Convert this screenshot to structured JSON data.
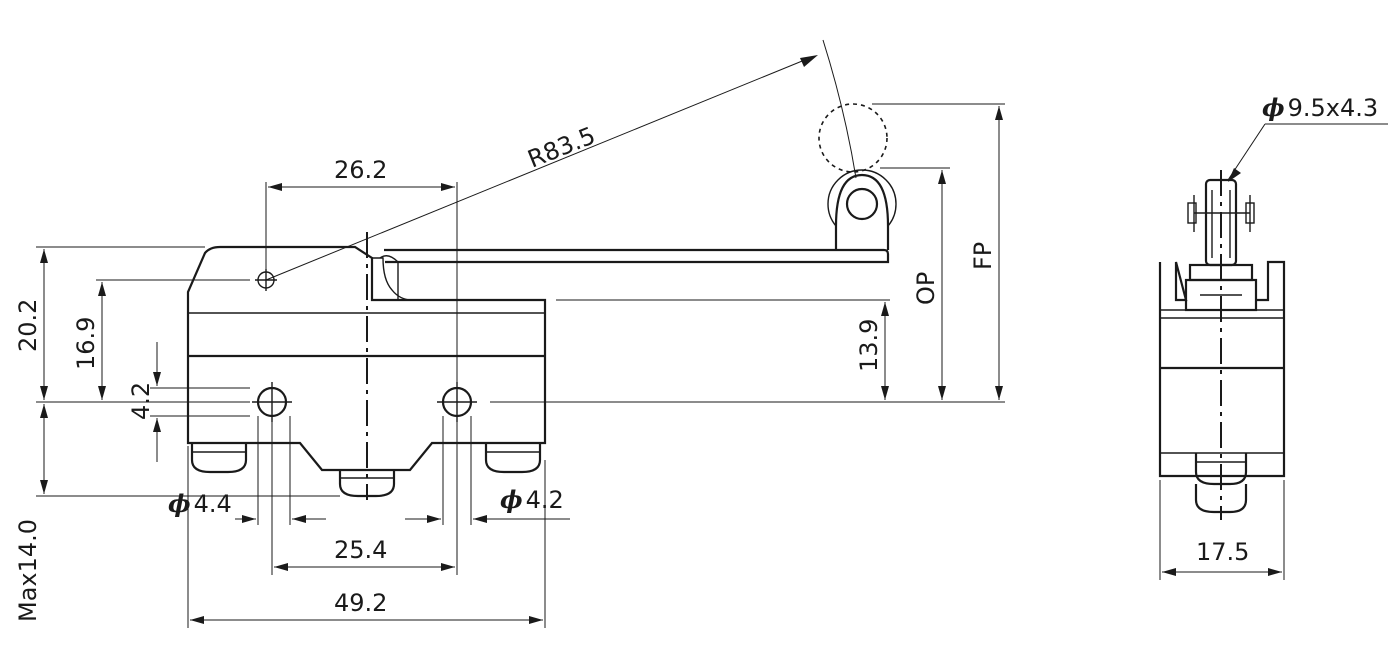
{
  "dimensions": {
    "top_pitch": "26.2",
    "lever_radius": "R83.5",
    "roller_size": "9.5x4.3",
    "total_height": "20.2",
    "pivot_height": "16.9",
    "hole_offset": "4.2",
    "max_terminal": "Max14.0",
    "hole_dia_left": "4.4",
    "hole_dia_right": "4.2",
    "hole_pitch": "25.4",
    "body_length": "49.2",
    "side_width": "17.5",
    "lever_height": "13.9",
    "op_label": "OP",
    "fp_label": "FP"
  },
  "symbols": {
    "diameter": "ϕ"
  }
}
